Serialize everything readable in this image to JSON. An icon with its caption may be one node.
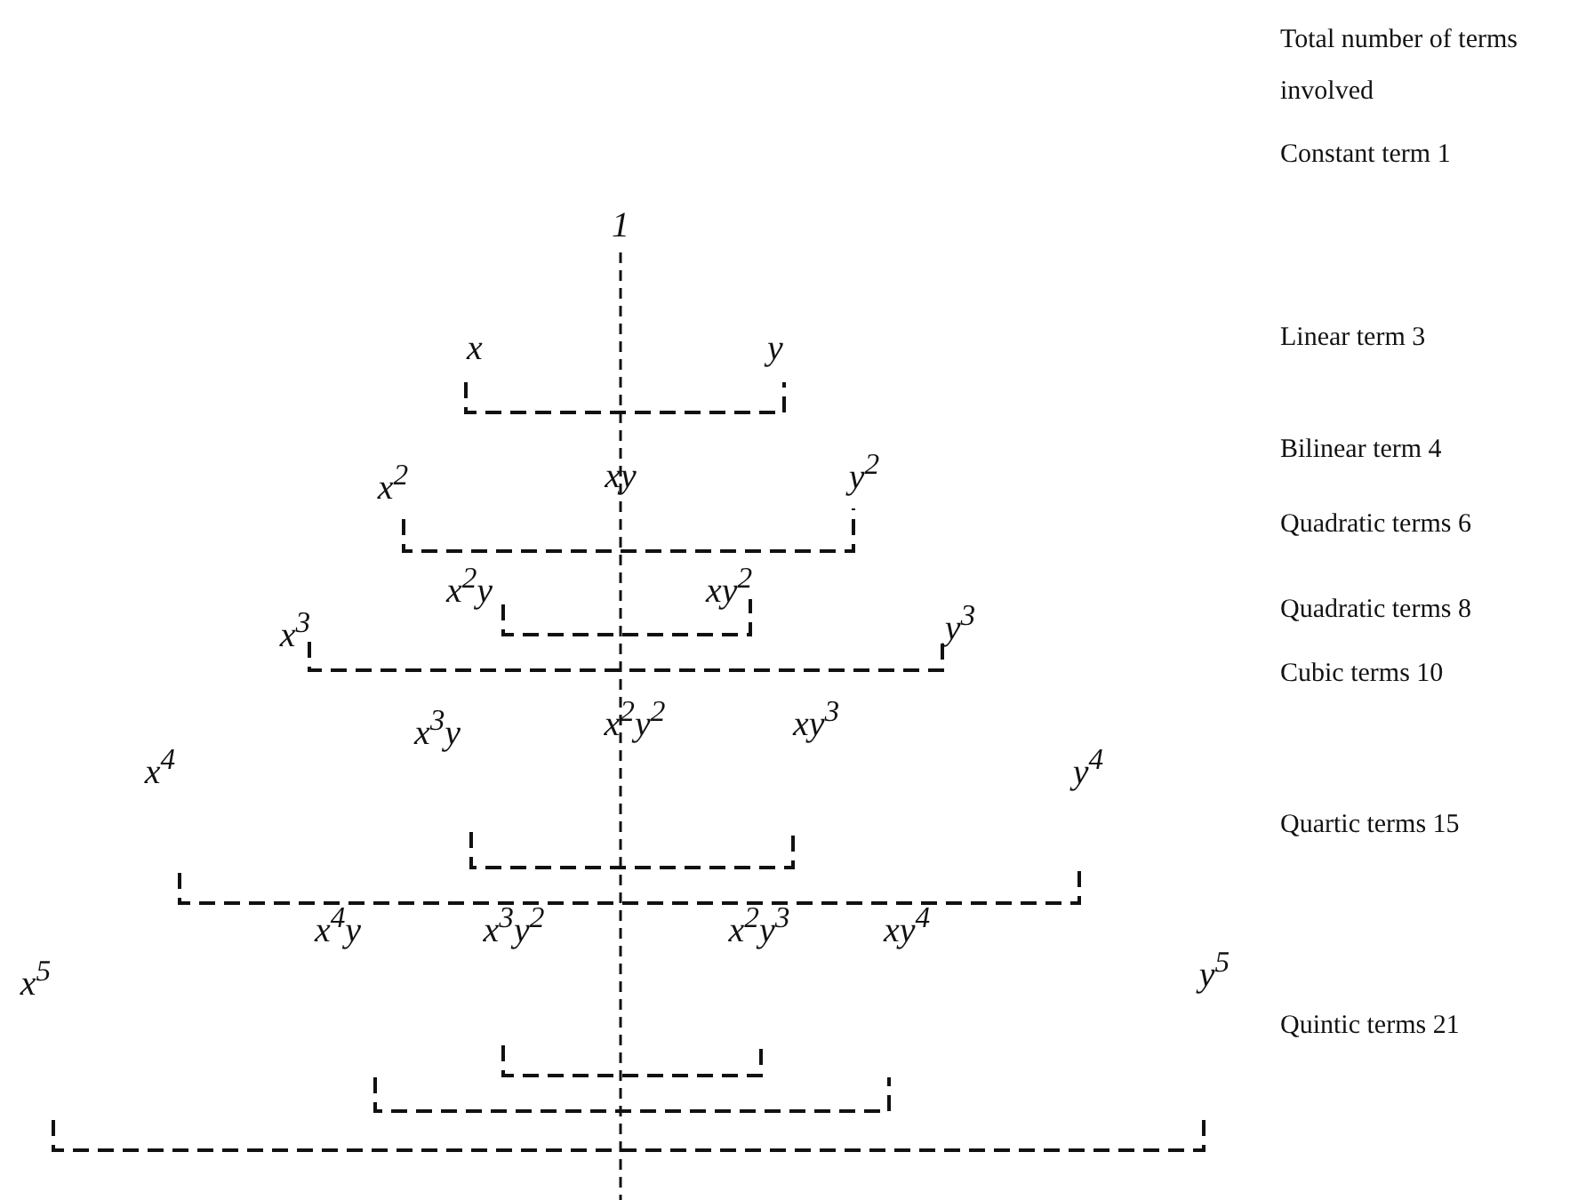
{
  "diagram": {
    "labels": [
      "Total number of terms involved",
      "Constant term 1",
      "1",
      "x",
      "y",
      "Linear term 3",
      "xy",
      "Bilinear term 4",
      "x$^{2}$",
      "y$^{2}$",
      "Quadratic terms 6",
      "x$^{2}$y",
      "xy$^{2}$",
      "Quadratic terms 8",
      "x$^{3}$",
      "y$^{3}$",
      "Cubic terms 10",
      "x$^{3}$y",
      "x$^{2}$y$^{2}$",
      "xy$^{3}$",
      "x$^{4}$",
      "y$^{4}$",
      "Quartic terms 15",
      "x$^{4}$y",
      "x$^{3}$y$^{2}$",
      "x$^{2}$y$^{3}$",
      "xy$^{4}$",
      "x$^{5}$",
      "y$^{5}$",
      "Quintic terms 21"
    ]
  }
}
